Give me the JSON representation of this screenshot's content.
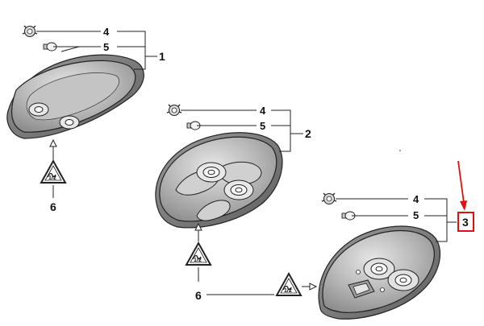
{
  "diagram": {
    "callouts": {
      "a_bulb_holder": "4",
      "a_bulb": "5",
      "a_assembly": "1",
      "b_bulb_holder": "4",
      "b_bulb": "5",
      "b_assembly": "2",
      "c_bulb_holder": "4",
      "c_bulb": "5",
      "c_assembly": "3",
      "ref_1": "6",
      "ref_2": "6"
    },
    "warning_symbol_text": "1/2",
    "colors": {
      "highlight": "#e01010",
      "line": "#222222",
      "shade": "#b0b0b0"
    },
    "icons": [
      "bulb-holder-icon",
      "bulb-icon",
      "warning-triangle-icon",
      "red-arrow-icon"
    ]
  }
}
